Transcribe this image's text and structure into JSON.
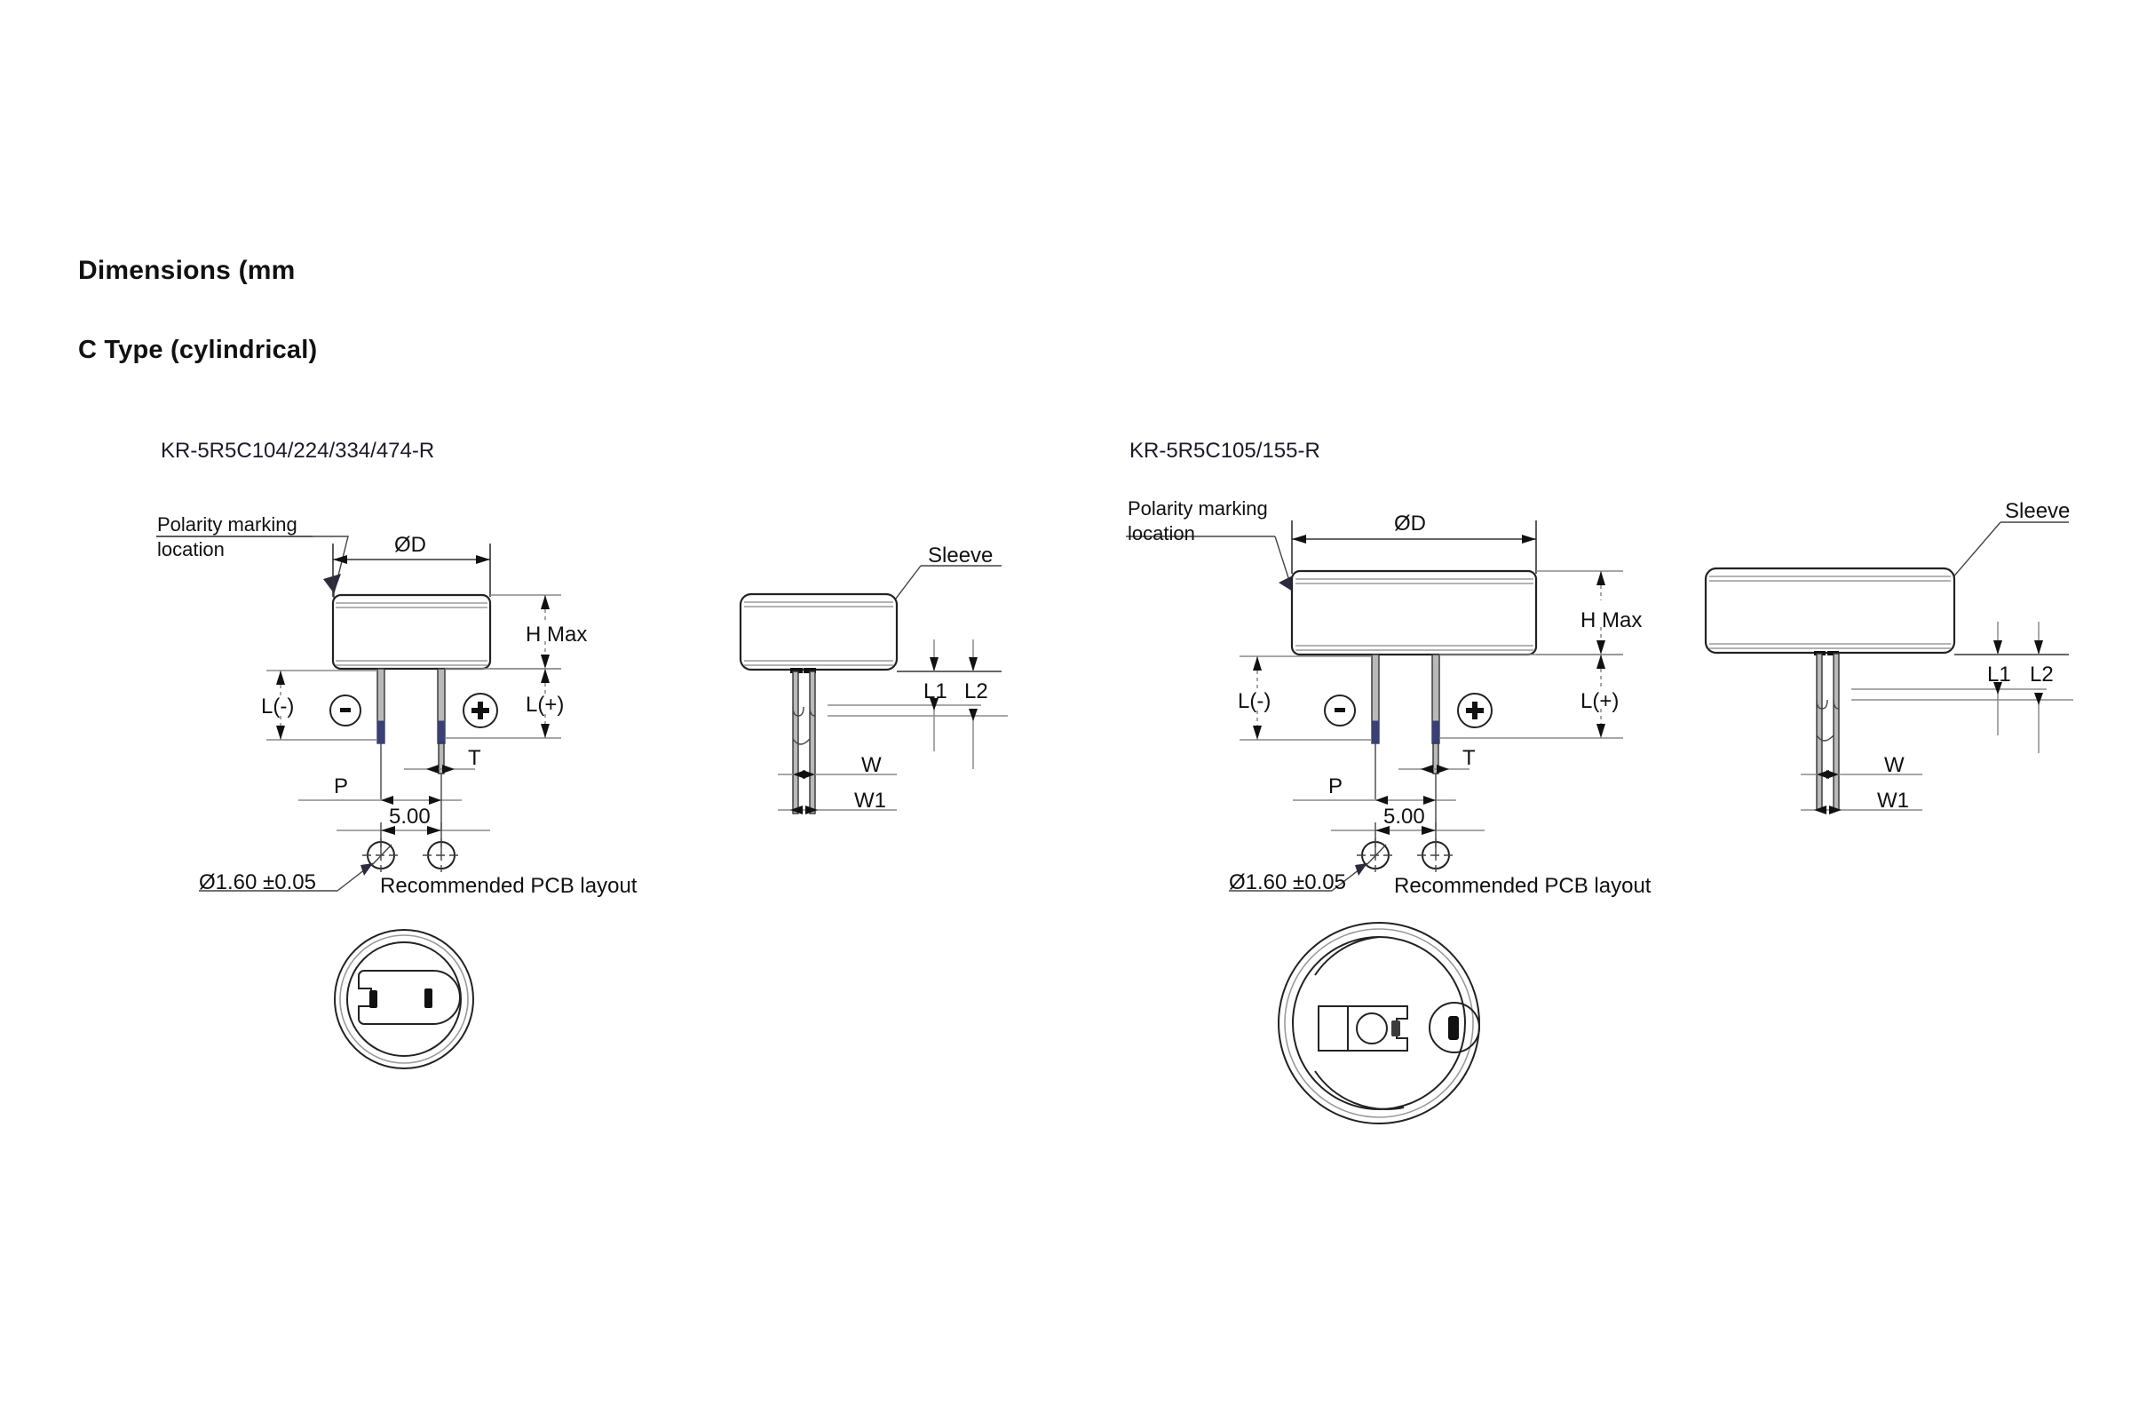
{
  "document": {
    "heading": "Dimensions (mm",
    "subheading": "C Type (cylindrical)"
  },
  "figures": [
    {
      "id": "left",
      "part_number": "KR-5R5C104/224/334/474-R",
      "labels": {
        "polarity_marking_line1": "Polarity marking",
        "polarity_marking_line2": "location",
        "diameter": "ØD",
        "height": "H Max",
        "lead_negative": "L(-)",
        "lead_positive": "L(+)",
        "pitch": "P",
        "thickness": "T",
        "pcb_pitch": "5.00",
        "hole_diameter": "Ø1.60 ±0.05",
        "pcb_note": "Recommended PCB layout",
        "sleeve": "Sleeve",
        "lead_l1": "L1",
        "lead_l2": "L2",
        "width_w": "W",
        "width_w1": "W1",
        "polarity_minus": "–",
        "polarity_plus": "+"
      }
    },
    {
      "id": "right",
      "part_number": "KR-5R5C105/155-R",
      "labels": {
        "polarity_marking_line1": "Polarity marking",
        "polarity_marking_line2": "location",
        "diameter": "ØD",
        "height": "H Max",
        "lead_negative": "L(-)",
        "lead_positive": "L(+)",
        "pitch": "P",
        "thickness": "T",
        "pcb_pitch": "5.00",
        "hole_diameter": "Ø1.60 ±0.05",
        "pcb_note": "Recommended PCB layout",
        "sleeve": "Sleeve",
        "lead_l1": "L1",
        "lead_l2": "L2",
        "width_w": "W",
        "width_w1": "W1",
        "polarity_minus": "–",
        "polarity_plus": "+"
      }
    }
  ],
  "colors": {
    "ink": "#111111",
    "line": "#222222",
    "light_line": "#9a9a9a",
    "lead_tip": "#3a3f74",
    "background": "#ffffff"
  }
}
